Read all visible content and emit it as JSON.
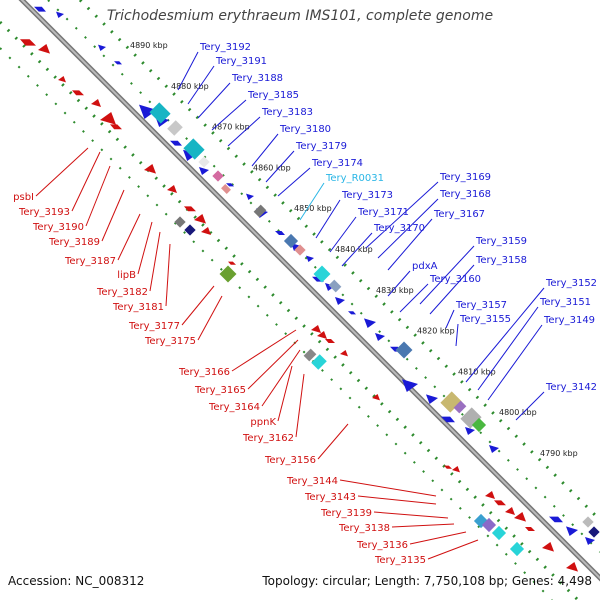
{
  "title": "Trichodesmium erythraeum IMS101, complete genome",
  "footer": {
    "accession_label": "Accession: NC_008312",
    "summary": "Topology: circular; Length: 7,750,108 bp; Genes: 4,498"
  },
  "scale_marks": [
    {
      "label": "4890 kbp",
      "pos": 0.0
    },
    {
      "label": "4880 kbp",
      "pos": 0.1
    },
    {
      "label": "4870 kbp",
      "pos": 0.2
    },
    {
      "label": "4860 kbp",
      "pos": 0.3
    },
    {
      "label": "4850 kbp",
      "pos": 0.4
    },
    {
      "label": "4840 kbp",
      "pos": 0.5
    },
    {
      "label": "4830 kbp",
      "pos": 0.6
    },
    {
      "label": "4820 kbp",
      "pos": 0.7
    },
    {
      "label": "4810 kbp",
      "pos": 0.8
    },
    {
      "label": "4800 kbp",
      "pos": 0.9
    },
    {
      "label": "4790 kbp",
      "pos": 1.0
    }
  ],
  "forward_genes": [
    {
      "label": "Tery_3192",
      "color": "blue"
    },
    {
      "label": "Tery_3191",
      "color": "blue"
    },
    {
      "label": "Tery_3188",
      "color": "blue"
    },
    {
      "label": "Tery_3185",
      "color": "blue"
    },
    {
      "label": "Tery_3183",
      "color": "blue"
    },
    {
      "label": "Tery_3180",
      "color": "blue"
    },
    {
      "label": "Tery_3179",
      "color": "blue"
    },
    {
      "label": "Tery_3174",
      "color": "blue"
    },
    {
      "label": "Tery_R0031",
      "color": "cyan"
    },
    {
      "label": "Tery_3173",
      "color": "blue"
    },
    {
      "label": "Tery_3171",
      "color": "blue"
    },
    {
      "label": "Tery_3170",
      "color": "blue"
    },
    {
      "label": "Tery_3169",
      "color": "blue"
    },
    {
      "label": "Tery_3168",
      "color": "blue"
    },
    {
      "label": "Tery_3167",
      "color": "blue"
    },
    {
      "label": "pdxA",
      "color": "blue"
    },
    {
      "label": "Tery_3160",
      "color": "blue"
    },
    {
      "label": "Tery_3159",
      "color": "blue"
    },
    {
      "label": "Tery_3158",
      "color": "blue"
    },
    {
      "label": "Tery_3157",
      "color": "blue"
    },
    {
      "label": "Tery_3155",
      "color": "blue"
    },
    {
      "label": "Tery_3152",
      "color": "blue"
    },
    {
      "label": "Tery_3151",
      "color": "blue"
    },
    {
      "label": "Tery_3149",
      "color": "blue"
    },
    {
      "label": "Tery_3142",
      "color": "blue"
    }
  ],
  "reverse_genes": [
    {
      "label": "psbI",
      "color": "red"
    },
    {
      "label": "Tery_3193",
      "color": "red"
    },
    {
      "label": "Tery_3190",
      "color": "red"
    },
    {
      "label": "Tery_3189",
      "color": "red"
    },
    {
      "label": "Tery_3187",
      "color": "red"
    },
    {
      "label": "lipB",
      "color": "red"
    },
    {
      "label": "Tery_3182",
      "color": "red"
    },
    {
      "label": "Tery_3181",
      "color": "red"
    },
    {
      "label": "Tery_3177",
      "color": "red"
    },
    {
      "label": "Tery_3175",
      "color": "red"
    },
    {
      "label": "Tery_3166",
      "color": "red"
    },
    {
      "label": "Tery_3165",
      "color": "red"
    },
    {
      "label": "Tery_3164",
      "color": "red"
    },
    {
      "label": "ppnK",
      "color": "red"
    },
    {
      "label": "Tery_3162",
      "color": "red"
    },
    {
      "label": "Tery_3156",
      "color": "red"
    },
    {
      "label": "Tery_3144",
      "color": "red"
    },
    {
      "label": "Tery_3143",
      "color": "red"
    },
    {
      "label": "Tery_3139",
      "color": "red"
    },
    {
      "label": "Tery_3138",
      "color": "red"
    },
    {
      "label": "Tery_3136",
      "color": "red"
    },
    {
      "label": "Tery_3135",
      "color": "red"
    }
  ],
  "colors": {
    "forward": "#1a1ad6",
    "reverse": "#d01010",
    "rna": "#29b6e6",
    "backbone": "#888888",
    "dots": "#2e8b2e"
  }
}
